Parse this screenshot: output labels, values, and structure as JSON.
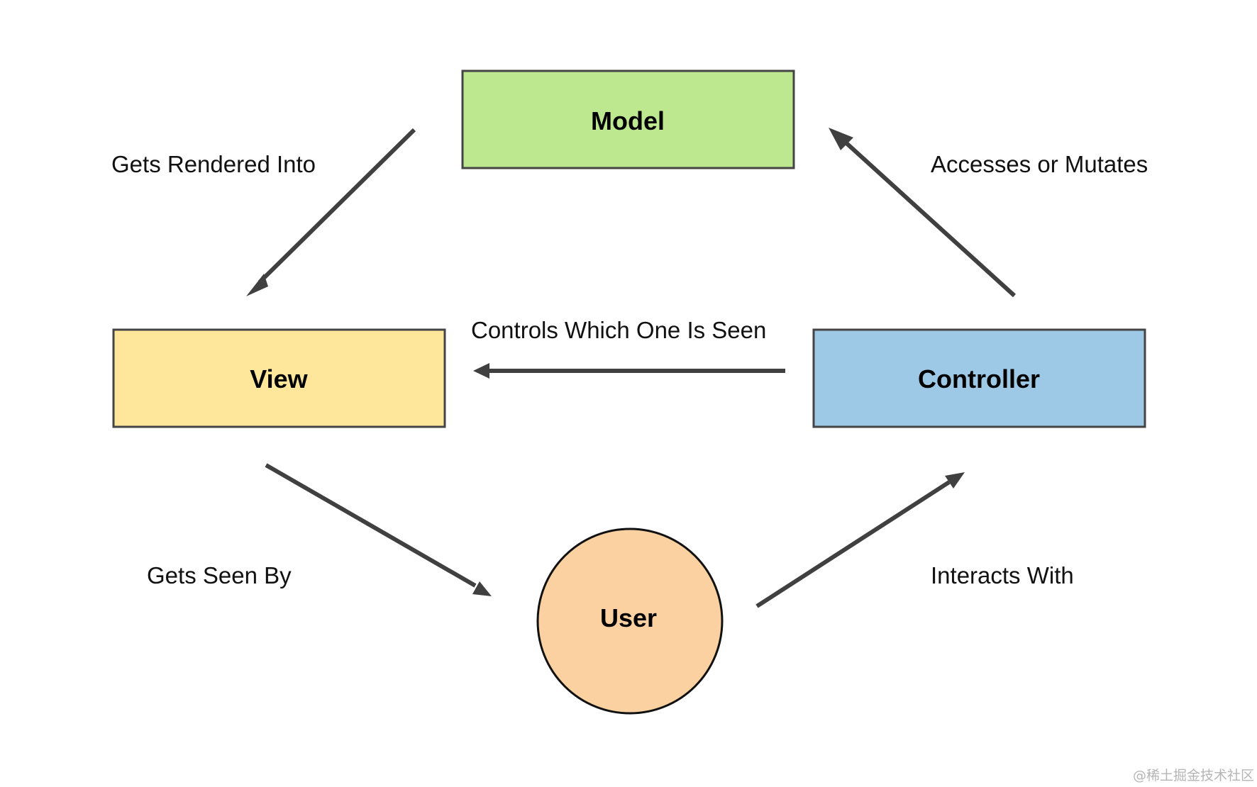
{
  "nodes": {
    "model": {
      "label": "Model",
      "fill": "#bde88f"
    },
    "view": {
      "label": "View",
      "fill": "#fee79b"
    },
    "controller": {
      "label": "Controller",
      "fill": "#9dc9e6"
    },
    "user": {
      "label": "User",
      "fill": "#fbd1a2"
    }
  },
  "edges": {
    "model_to_view": {
      "label": "Gets Rendered Into",
      "from": "Model",
      "to": "View"
    },
    "controller_to_model": {
      "label": "Accesses or Mutates",
      "from": "Controller",
      "to": "Model"
    },
    "controller_to_view": {
      "label": "Controls Which One Is Seen",
      "from": "Controller",
      "to": "View"
    },
    "view_to_user": {
      "label": "Gets Seen By",
      "from": "View",
      "to": "User"
    },
    "user_to_controller": {
      "label": "Interacts With",
      "from": "User",
      "to": "Controller"
    }
  },
  "colors": {
    "arrow": "#404040",
    "box_border": "#444444"
  },
  "watermark": "@稀土掘金技术社区"
}
